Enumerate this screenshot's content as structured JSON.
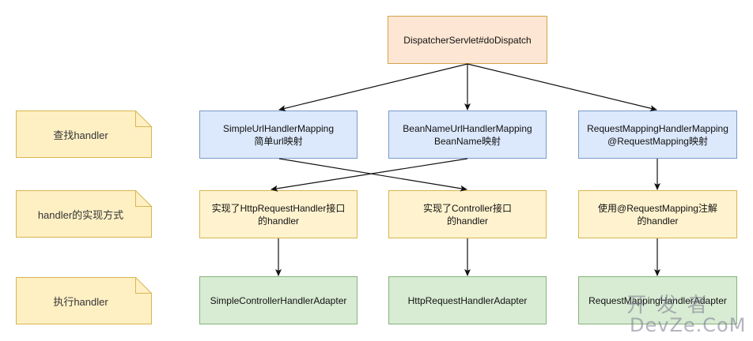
{
  "colors": {
    "dispatcher_fill": "#fde6d3",
    "mapping_fill": "#dce8fb",
    "handler_fill": "#fff3cf",
    "adapter_fill": "#d8ebd3",
    "note_fill": "#fff0c4",
    "arrow": "#111111"
  },
  "notes": [
    {
      "label": "查找handler"
    },
    {
      "label": "handler的实现方式"
    },
    {
      "label": "执行handler"
    }
  ],
  "dispatcher": {
    "label": "DispatcherServlet#doDispatch"
  },
  "mappings": [
    {
      "line1": "SimpleUrlHandlerMapping",
      "line2": "简单url映射"
    },
    {
      "line1": "BeanNameUrlHandlerMapping",
      "line2": "BeanName映射"
    },
    {
      "line1": "RequestMappingHandlerMapping",
      "line2": "@RequestMapping映射"
    }
  ],
  "handlers": [
    {
      "line1": "实现了HttpRequestHandler接口",
      "line2": "的handler"
    },
    {
      "line1": "实现了Controller接口",
      "line2": "的handler"
    },
    {
      "line1": "使用@RequestMapping注解",
      "line2": "的handler"
    }
  ],
  "adapters": [
    {
      "label": "SimpleControllerHandlerAdapter"
    },
    {
      "label": "HttpRequestHandlerAdapter"
    },
    {
      "label": "RequestMappingHandlerAdapter"
    }
  ],
  "watermark": {
    "line1": "开 发 者",
    "line2": "DevZe.CoM"
  }
}
